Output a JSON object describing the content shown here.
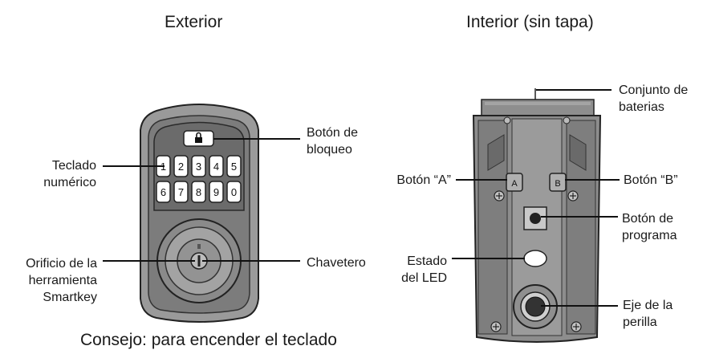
{
  "exterior": {
    "title": "Exterior",
    "labels": {
      "lock_button": [
        "Botón de",
        "bloqueo"
      ],
      "keypad": [
        "Teclado",
        "numérico"
      ],
      "smartkey_hole": [
        "Orificio de la",
        "herramienta",
        "Smartkey"
      ],
      "keyway": "Chavetero"
    },
    "keys_row1": [
      "1",
      "2",
      "3",
      "4",
      "5"
    ],
    "keys_row2": [
      "6",
      "7",
      "8",
      "9",
      "0"
    ]
  },
  "interior": {
    "title": "Interior (sin tapa)",
    "labels": {
      "battery_pack": [
        "Conjunto de",
        "baterias"
      ],
      "button_a": "Botón “A”",
      "button_b": "Botón “B”",
      "program_button": [
        "Botón de",
        "programa"
      ],
      "led_status": [
        "Estado",
        "del LED"
      ],
      "knob_shaft": [
        "Eje de la",
        "perilla"
      ]
    },
    "button_a_mark": "A",
    "button_b_mark": "B"
  },
  "tip": "Consejo: para encender el teclado"
}
